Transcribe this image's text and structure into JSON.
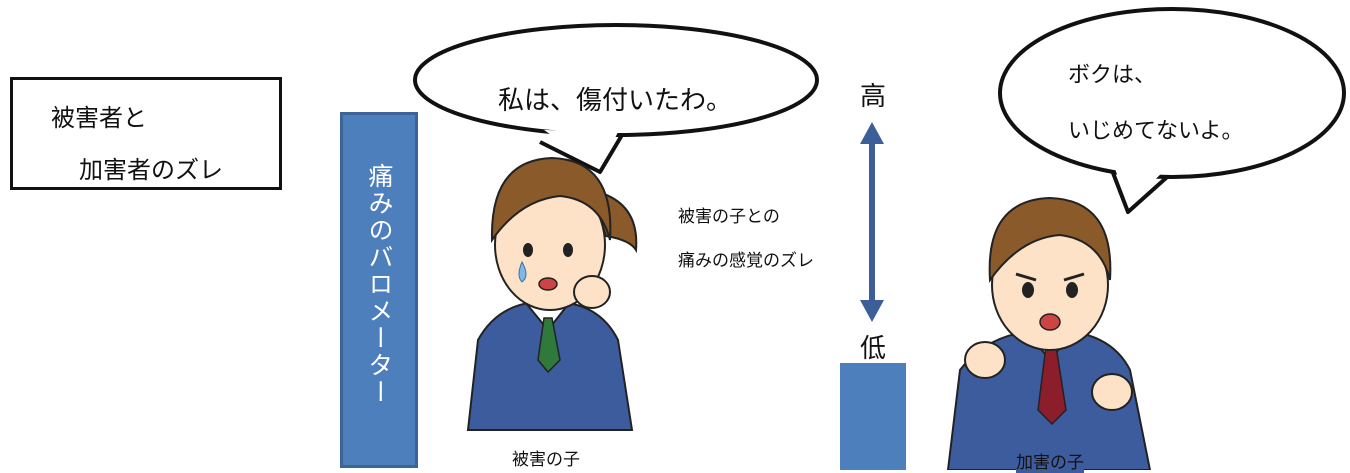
{
  "title": {
    "line1": "被害者と",
    "line2": "加害者のズレ"
  },
  "pain_barometer": {
    "label": "痛みのバロメーター",
    "color": "#4e7fbd"
  },
  "victim": {
    "speech": "私は、傷付いたわ。",
    "caption": "被害の子"
  },
  "bully": {
    "speech_line1": "ボクは、",
    "speech_line2": "いじめてないよ。",
    "caption": "加害の子"
  },
  "gap_note": {
    "line1": "被害の子との",
    "line2": "痛みの感覚のズレ"
  },
  "scale": {
    "high": "高",
    "low": "低"
  },
  "colors": {
    "arrow": "#3c5f9a",
    "uniform": "#3d5c9e",
    "hair": "#8a5a2b",
    "tie_victim": "#2f7a3a",
    "tie_bully": "#8b1e2a"
  }
}
